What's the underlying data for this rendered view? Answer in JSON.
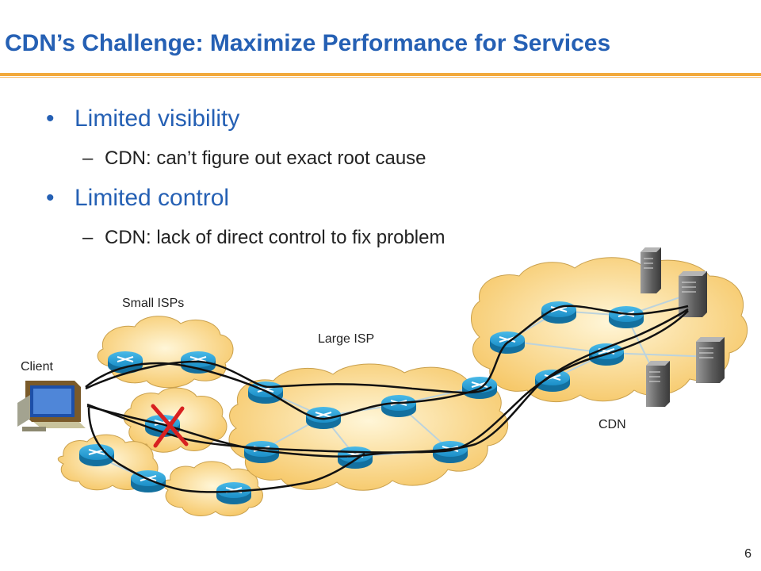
{
  "slide": {
    "title": "CDN’s Challenge: Maximize Performance for Services",
    "page_number": "6",
    "accent_color": "#2560b4",
    "rule_color": "#f2a93b"
  },
  "bullets": [
    {
      "text": "Limited visibility",
      "sub": "CDN: can’t figure out exact root cause"
    },
    {
      "text": "Limited control",
      "sub": "CDN: lack of direct control to fix problem"
    }
  ],
  "diagram": {
    "labels": {
      "small_isps": "Small ISPs",
      "large_isp": "Large ISP",
      "client": "Client",
      "cdn": "CDN"
    },
    "icons": [
      "cloud",
      "router",
      "server",
      "client-computer",
      "x-mark"
    ],
    "colors": {
      "cloud": "#f9d27d",
      "router": "#1b8fc8",
      "server": "#6b6b6b",
      "x_mark": "#d82020"
    }
  }
}
